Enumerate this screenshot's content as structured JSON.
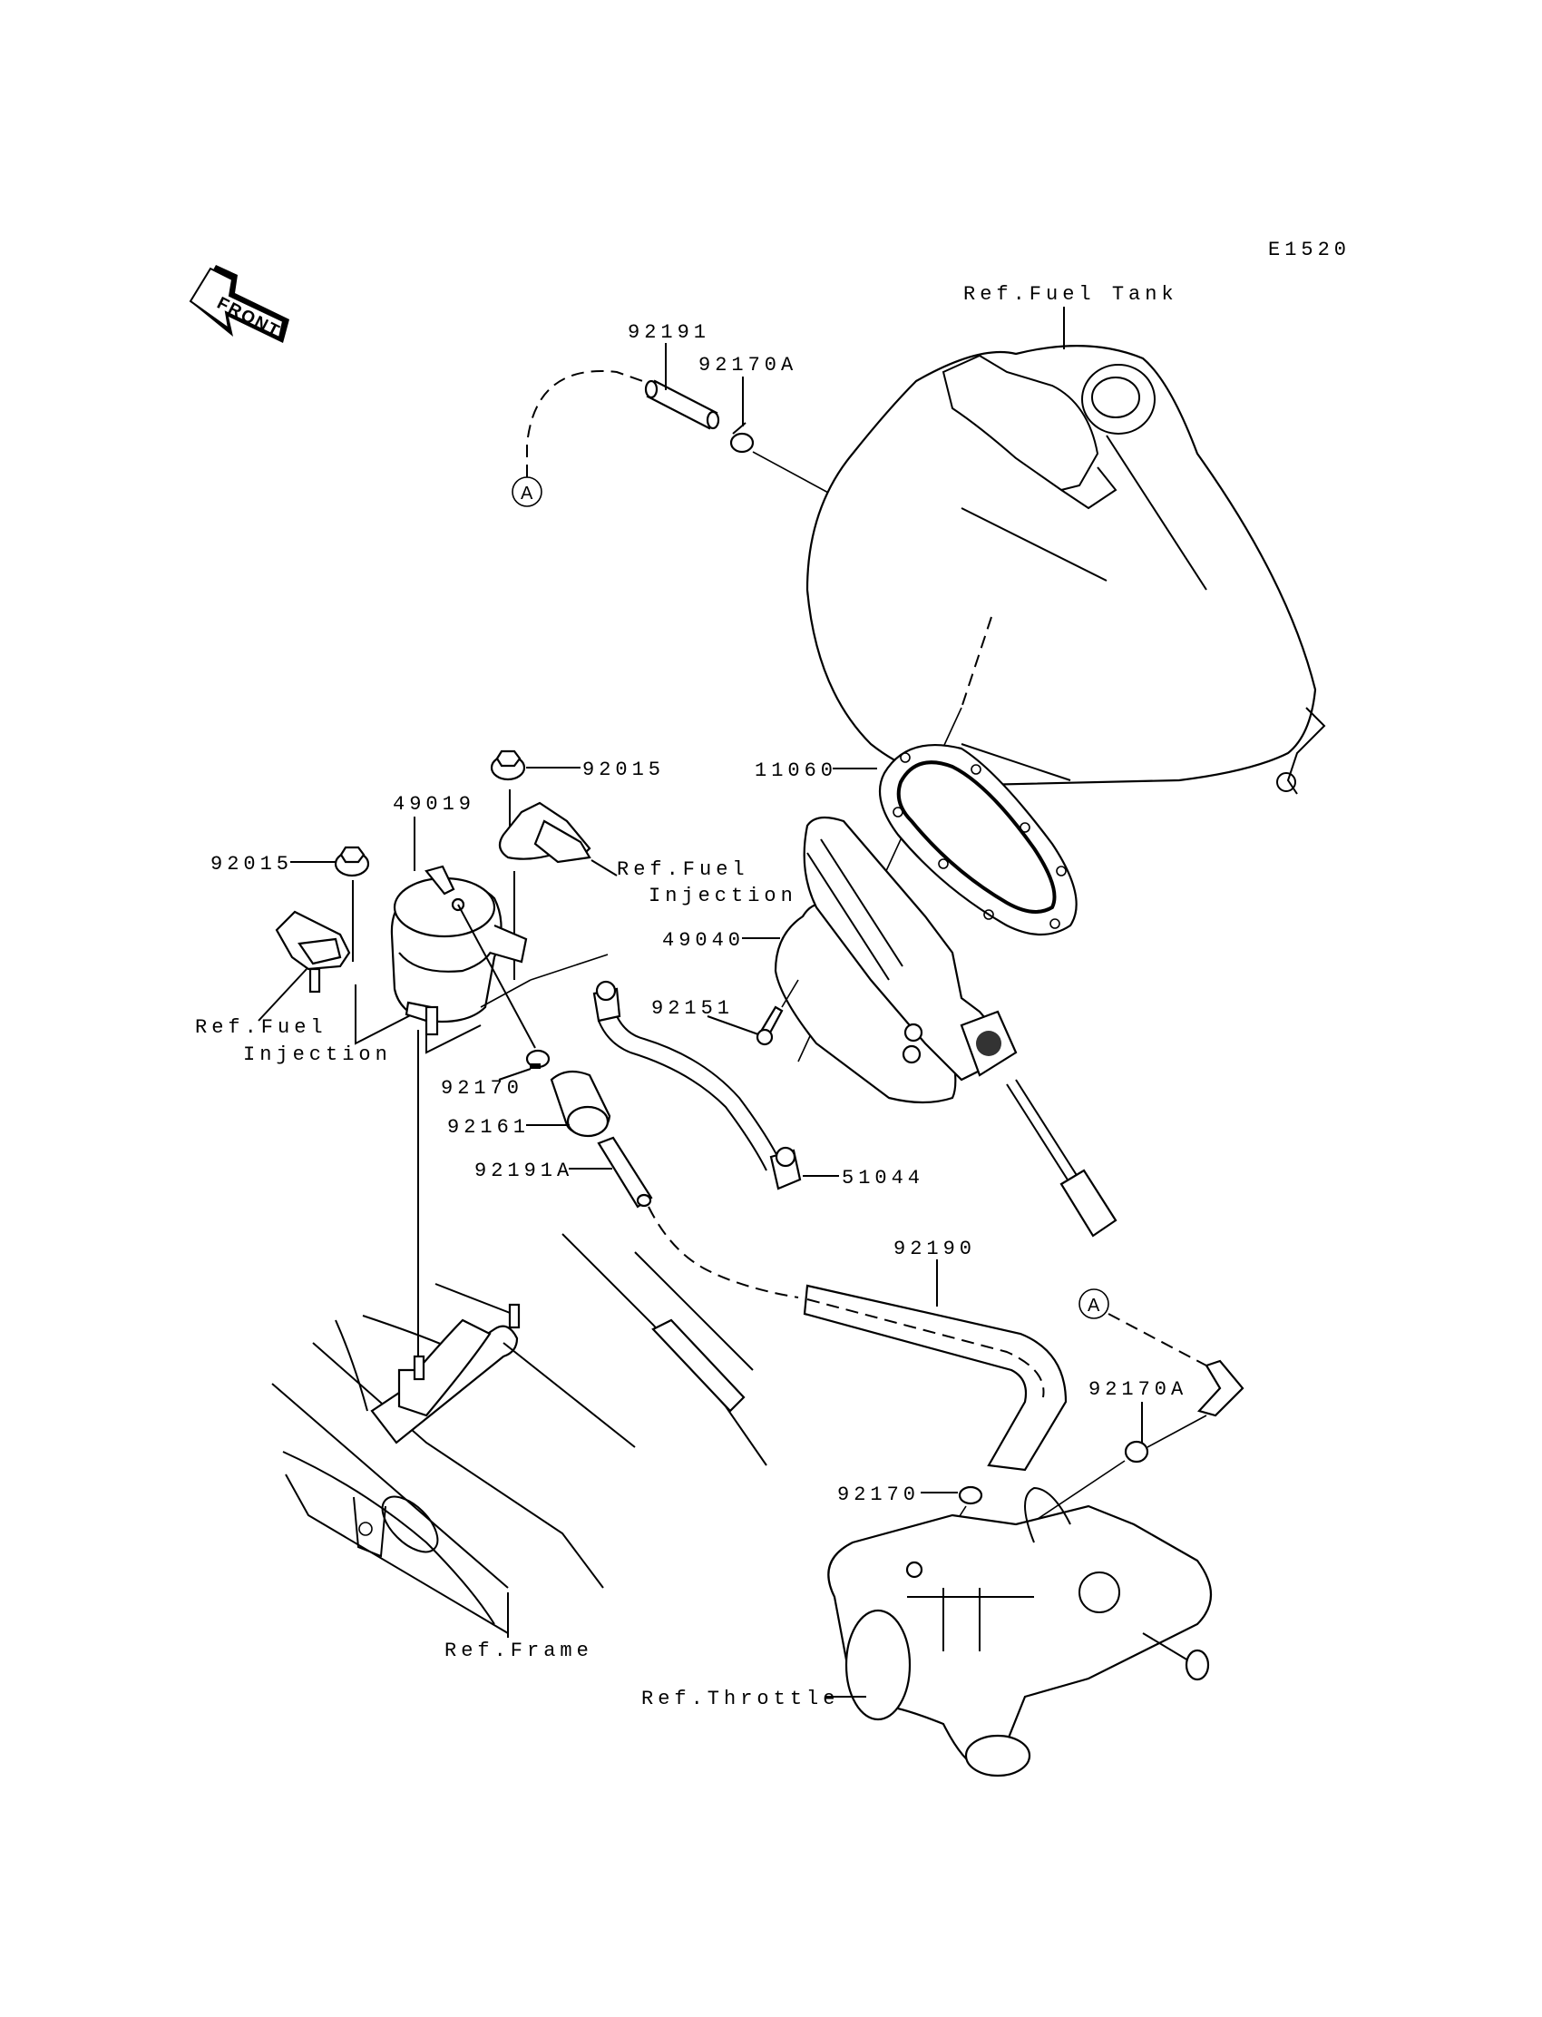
{
  "diagram": {
    "code": "E1520",
    "front_label": "FRONT",
    "ref_marker": "A",
    "labels": {
      "ref_fuel_tank": "Ref.Fuel Tank",
      "p92191": "92191",
      "p92170A_top": "92170A",
      "p92015_right": "92015",
      "p92015_left": "92015",
      "p49019": "49019",
      "ref_fuel_injection_right_1": "Ref.Fuel",
      "ref_fuel_injection_right_2": "Injection",
      "ref_fuel_injection_left_1": "Ref.Fuel",
      "ref_fuel_injection_left_2": "Injection",
      "p11060": "11060",
      "p49040": "49040",
      "p92151": "92151",
      "p92170_mid": "92170",
      "p92161": "92161",
      "p92191A": "92191A",
      "p51044": "51044",
      "p92190": "92190",
      "p92170A_bottom": "92170A",
      "p92170_bottom": "92170",
      "ref_frame": "Ref.Frame",
      "ref_throttle": "Ref.Throttle"
    }
  }
}
